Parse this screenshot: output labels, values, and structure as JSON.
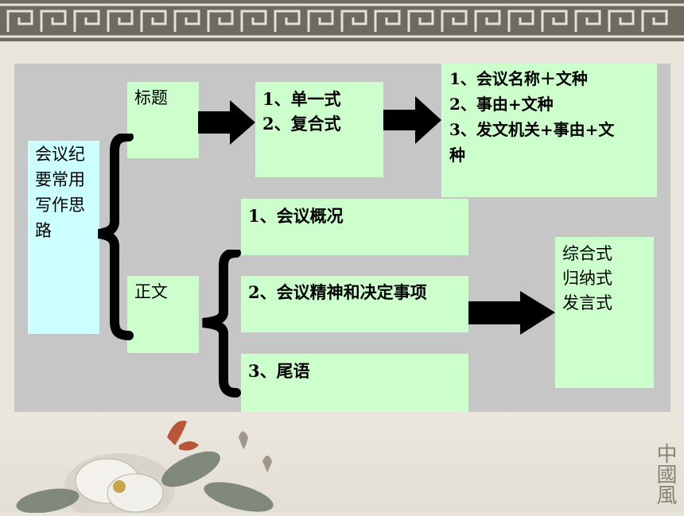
{
  "diagram": {
    "root": {
      "label": "会议纪\n要常用\n写作思\n路"
    },
    "title_node": {
      "label": "标题"
    },
    "body_node": {
      "label": "正文"
    },
    "title_types": {
      "label": "1、单一式\n2、复合式"
    },
    "title_formats": {
      "label": "1、会议名称＋文种\n2、事由+文种\n3、发文机关+事由+文\n种"
    },
    "body_parts": [
      {
        "label": "1、会议概况"
      },
      {
        "label": "2、会议精神和决定事项"
      },
      {
        "label": "3、尾语"
      }
    ],
    "spirit_forms": {
      "label": "综合式\n归纳式\n发言式"
    }
  },
  "decor": {
    "seal_text": "中國風",
    "colors": {
      "panel": "#c6c6c6",
      "box": "#ccffcc",
      "root_box": "#ccffff",
      "arrow": "#000000"
    }
  }
}
